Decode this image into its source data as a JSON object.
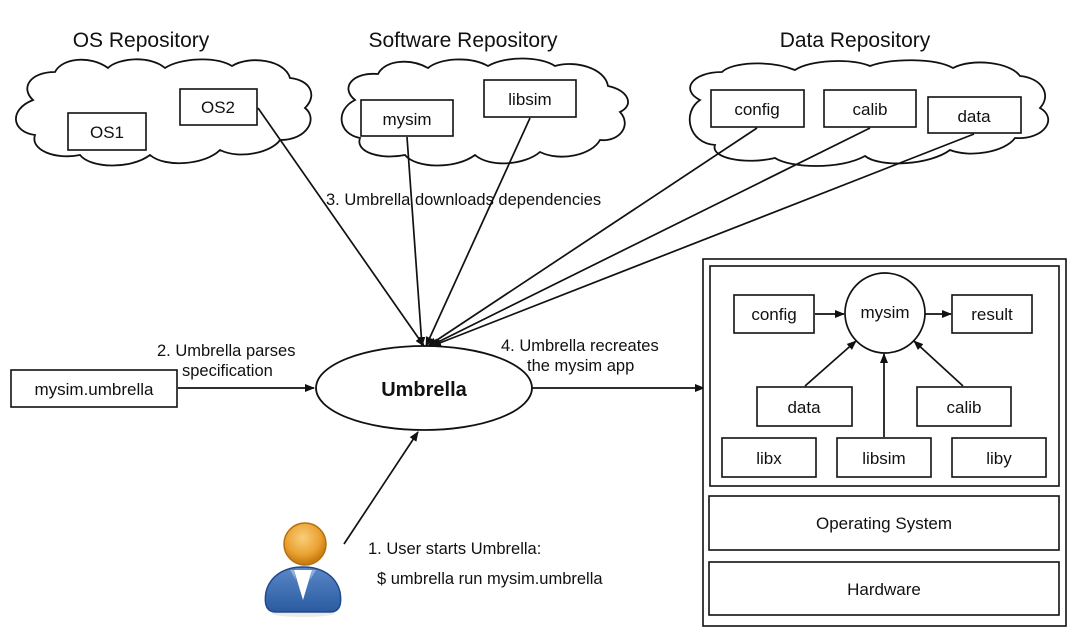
{
  "repositories": {
    "os": {
      "title": "OS Repository",
      "items": [
        "OS1",
        "OS2"
      ]
    },
    "software": {
      "title": "Software Repository",
      "items": [
        "mysim",
        "libsim"
      ]
    },
    "data": {
      "title": "Data Repository",
      "items": [
        "config",
        "calib",
        "data"
      ]
    }
  },
  "spec_file": "mysim.umbrella",
  "central_node": "Umbrella",
  "steps": {
    "step1_line1": "1. User starts Umbrella:",
    "step1_line2": "$ umbrella run mysim.umbrella",
    "step2_line1": "2. Umbrella parses",
    "step2_line2": "specification",
    "step3": "3. Umbrella downloads dependencies",
    "step4_line1": "4. Umbrella recreates",
    "step4_line2": "the mysim app"
  },
  "app_stack": {
    "app_node": "mysim",
    "inputs": [
      "config",
      "data",
      "calib"
    ],
    "output": "result",
    "libraries": [
      "libx",
      "libsim",
      "liby"
    ],
    "os_layer": "Operating System",
    "hardware_layer": "Hardware"
  },
  "icons": {
    "user": "user-person-icon"
  }
}
